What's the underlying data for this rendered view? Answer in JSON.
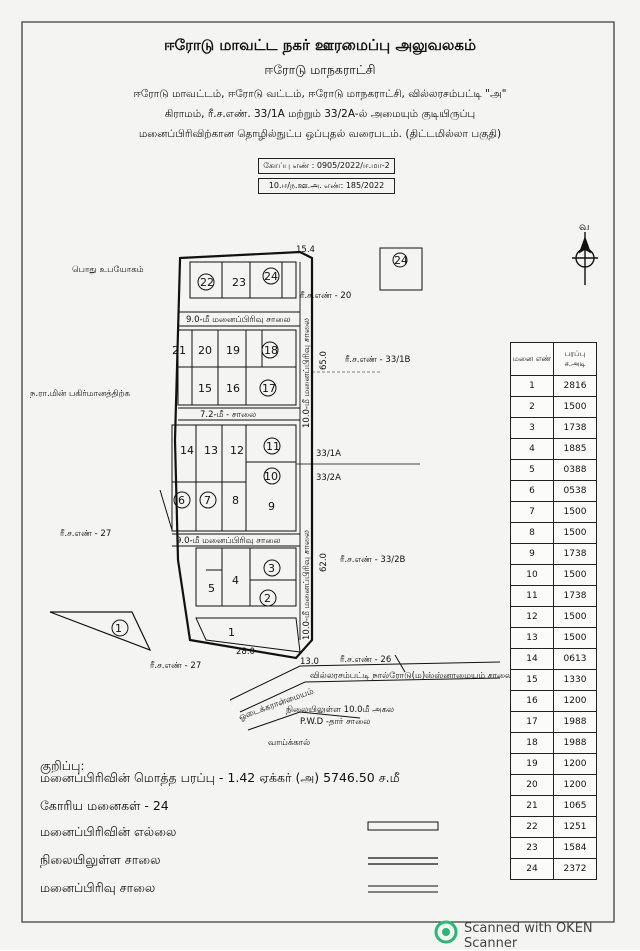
{
  "header": {
    "office": "ஈரோடு மாவட்ட நகர் ஊரமைப்பு அலுவலகம்",
    "corporation": "ஈரோடு மாநகராட்சி",
    "location_line": "ஈரோடு மாவட்டம், ஈரோடு வட்டம், ஈரோடு மாநகராட்சி, வில்லரசம்பட்டி \"அ\"",
    "survey_line": "கிராமம், ரீ.ச.எண். 33/1A மற்றும் 33/2A-ல் அமையும் குடியிருப்பு",
    "purpose_line": "மனைப்பிரிவிற்கான தொழில்நுட்ப ஒப்புதல் வரைபடம். (திட்டமில்லா பகுதி)",
    "file_no": "கோப்பு எண் : 0905/2022/ஈ.மா-2",
    "approval_no": "10.ஈ/ந.ஊ.அ. எண்: 185/2022"
  },
  "north_label": "வ",
  "map": {
    "public_purpose": "பொது உபயோகம்",
    "park_label": "ந.ரா.மின் பகிர்மானத்திற்க",
    "road_9m_top": "9.0-மீ மனைப்பிரிவு சாலை",
    "road_72m": "7.2-மீ - சாலை",
    "road_9m_bottom": "9.0-மீ மனைப்பிரிவு சாலை",
    "road_10m_upper": "10.0-மீ மனைப்பிரிவு சாலை",
    "road_10m_lower": "10.0-மீ மனைப்பிரிவு சாலை",
    "rs_20": "ரீ.ச.எண் - 20",
    "rs_33_1b": "ரீ.ச.எண் - 33/1B",
    "rs_33_1a": "33/1A",
    "rs_33_2a": "33/2A",
    "rs_27_a": "ரீ.ச.எண் - 27",
    "rs_27_b": "ரீ.ச.எண் - 27",
    "rs_33_2b": "ரீ.ச.எண் - 33/2B",
    "rs_26": "ரீ.ச.எண் - 26",
    "villarasampatti_road": "வில்லரசம்பட்டி நால்ரோடு(ம)ஸ்ஸ்னாமையம் சாலை",
    "odai": "ஓடைக்கரான்மையம்",
    "existing_road": "நிலையிலுள்ள 10.0மீ அகல",
    "pwd_road": "P.W.D -தார் சாலை",
    "canal": "வாய்க்கால்",
    "dim_650": "65.0",
    "dim_620": "62.0",
    "dim_130": "13.0",
    "dim_280": "28.0",
    "dim_154": "15.4",
    "plots": [
      "22",
      "23",
      "24",
      "21",
      "20",
      "19",
      "18",
      "15",
      "16",
      "17",
      "14",
      "13",
      "12",
      "11",
      "10",
      "6",
      "7",
      "8",
      "9",
      "4",
      "3",
      "5",
      "2",
      "1"
    ],
    "circled_plots": [
      "22",
      "24",
      "18",
      "17",
      "11",
      "10",
      "6",
      "7",
      "3",
      "2",
      "1"
    ],
    "inset_plot": "24"
  },
  "area_table": {
    "col_plot": "மனை எண்",
    "col_area": "பரப்பு ச.அடி",
    "rows": [
      [
        "1",
        "2816"
      ],
      [
        "2",
        "1500"
      ],
      [
        "3",
        "1738"
      ],
      [
        "4",
        "1885"
      ],
      [
        "5",
        "0388"
      ],
      [
        "6",
        "0538"
      ],
      [
        "7",
        "1500"
      ],
      [
        "8",
        "1500"
      ],
      [
        "9",
        "1738"
      ],
      [
        "10",
        "1500"
      ],
      [
        "11",
        "1738"
      ],
      [
        "12",
        "1500"
      ],
      [
        "13",
        "1500"
      ],
      [
        "14",
        "0613"
      ],
      [
        "15",
        "1330"
      ],
      [
        "16",
        "1200"
      ],
      [
        "17",
        "1988"
      ],
      [
        "18",
        "1988"
      ],
      [
        "19",
        "1200"
      ],
      [
        "20",
        "1200"
      ],
      [
        "21",
        "1065"
      ],
      [
        "22",
        "1251"
      ],
      [
        "23",
        "1584"
      ],
      [
        "24",
        "2372"
      ]
    ]
  },
  "legend": {
    "heading": "குறிப்பு:",
    "total_area": "மனைப்பிரிவின் மொத்த பரப்பு - 1.42 ஏக்கர் (அ) 5746.50 ச.மீ",
    "plots_count": "கோரிய மனைகள் - 24",
    "boundary": "மனைப்பிரிவின் எல்லை",
    "existing_road": "நிலையிலுள்ள சாலை",
    "layout_road": "மனைப்பிரிவு சாலை"
  },
  "footer": {
    "scanner_text": "Scanned with OKEN Scanner",
    "brand_color": "#2bb673"
  }
}
